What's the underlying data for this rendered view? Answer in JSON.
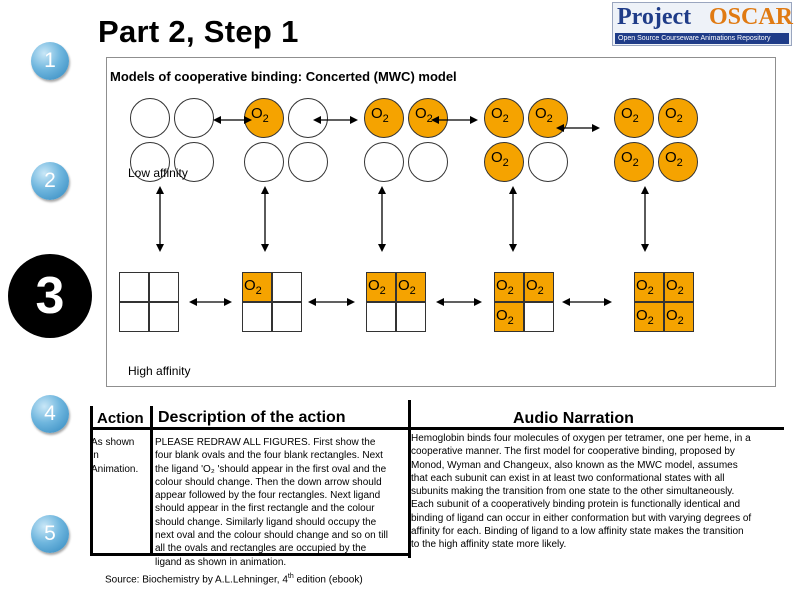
{
  "title": "Part 2, Step 1",
  "logo": {
    "word1": "Project",
    "word2": "OSCAR",
    "tagline": "Open Source Courseware Animations Repository"
  },
  "steps": [
    "1",
    "2",
    "3",
    "4",
    "5"
  ],
  "panel": {
    "heading": "Models of cooperative binding: Concerted (MWC) model",
    "low_affinity_label": "Low affinity",
    "high_affinity_label": "High affinity",
    "ligand": "O",
    "ligand_sub": "2",
    "low_states": [
      {
        "filled": [
          false,
          false,
          false,
          false
        ]
      },
      {
        "filled": [
          true,
          false,
          false,
          false
        ]
      },
      {
        "filled": [
          true,
          true,
          false,
          false
        ]
      },
      {
        "filled": [
          true,
          true,
          true,
          false
        ]
      },
      {
        "filled": [
          true,
          true,
          true,
          true
        ]
      }
    ],
    "high_states": [
      {
        "filled": [
          false,
          false,
          false,
          false
        ]
      },
      {
        "filled": [
          true,
          false,
          false,
          false
        ]
      },
      {
        "filled": [
          true,
          true,
          false,
          false
        ]
      },
      {
        "filled": [
          true,
          true,
          true,
          false
        ]
      },
      {
        "filled": [
          true,
          true,
          true,
          true
        ]
      }
    ]
  },
  "table": {
    "action_header": "Action",
    "description_header": "Description of the action",
    "audio_header": "Audio Narration",
    "action_lines": [
      "As shown",
      "in",
      "Animation."
    ],
    "description_lines": [
      "PLEASE REDRAW ALL FIGURES. First show the",
      "four blank ovals and the four blank rectangles. Next",
      "the ligand 'O₂ 'should appear in the first oval and the",
      "colour should change. Then the down arrow should",
      "appear followed by the four rectangles. Next ligand",
      "should appear in the first rectangle and the colour",
      "should change. Similarly ligand should occupy the",
      "next oval and the colour should change and so on till",
      "all the ovals and rectangles are occupied by the",
      "ligand as shown in animation."
    ],
    "audio_lines": [
      "Hemoglobin binds four molecules of oxygen per tetramer, one per heme, in a",
      "cooperative manner. The first model for cooperative binding, proposed by",
      "Monod, Wyman and Changeux, also known as the MWC model, assumes",
      "that each subunit can exist in at least two conformational states with all",
      "subunits making the transition from one state to the other simultaneously.",
      "Each subunit of a cooperatively binding protein is functionally identical and",
      "binding of ligand can occur in either conformation but with varying degrees of",
      "affinity for each. Binding of ligand to a low affinity state makes the transition",
      "to the high affinity state more likely."
    ],
    "source_prefix": "Source: Biochemistry by A.L.Lehninger, 4",
    "source_sup": "th",
    "source_suffix": " edition (ebook)"
  }
}
